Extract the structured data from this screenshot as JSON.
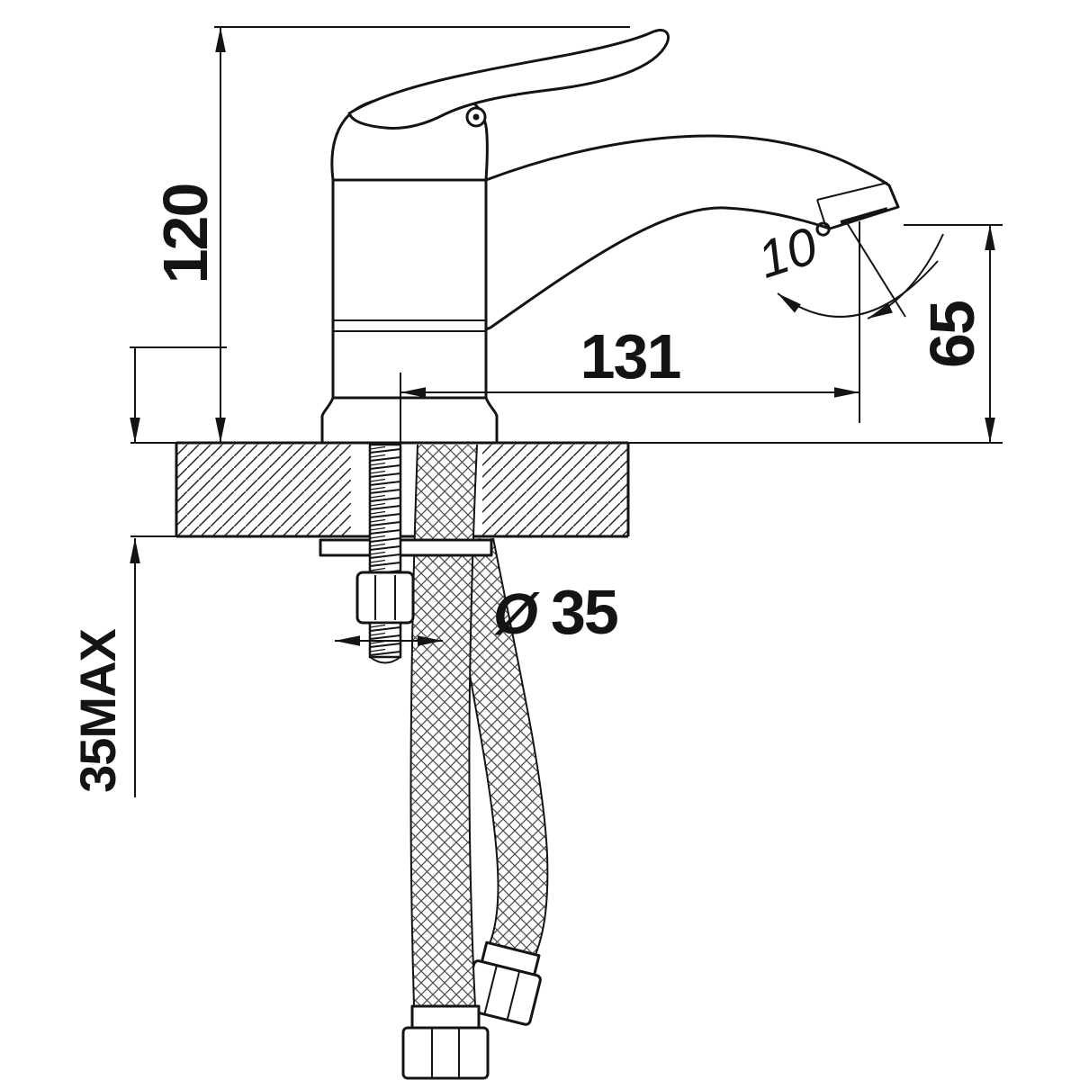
{
  "colors": {
    "ink": "#141414",
    "background": "#ffffff"
  },
  "labels": {
    "height": "120",
    "reach": "131",
    "spout_height": "65",
    "angle": "10°",
    "deck_thickness": "35MAX",
    "hole_symbol": "Ø",
    "hole_value": "35"
  }
}
